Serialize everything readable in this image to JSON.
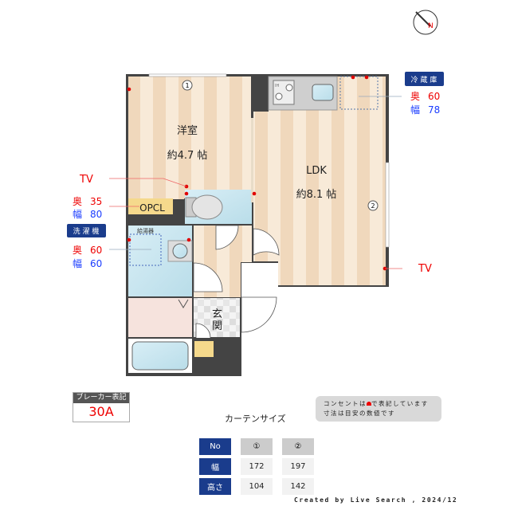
{
  "rooms": {
    "western": {
      "name": "洋室",
      "size": "約4.7 帖"
    },
    "ldk": {
      "name": "LDK",
      "size": "約8.1 帖"
    },
    "opcl": "OPCL",
    "water_heater": "給湯器",
    "entrance": [
      "玄",
      "関"
    ]
  },
  "windows": {
    "w1": "1",
    "w2": "2"
  },
  "labels": {
    "tv_left": "TV",
    "tv_right": "TV",
    "fridge": {
      "title": "冷 蔵 庫",
      "depth_label": "奥",
      "depth": "60",
      "width_label": "幅",
      "width": "78"
    },
    "opcl_dims": {
      "depth_label": "奥",
      "depth": "35",
      "width_label": "幅",
      "width": "80"
    },
    "washer": {
      "title": "洗 濯 機",
      "depth_label": "奥",
      "depth": "60",
      "width_label": "幅",
      "width": "60"
    },
    "stove": "IH"
  },
  "breaker": {
    "title": "ブレーカー表記",
    "value": "30A"
  },
  "note": {
    "line1_pre": "コンセントは",
    "line1_post": "で表記しています",
    "line2": "寸法は目安の数値です"
  },
  "curtain": {
    "title": "カーテンサイズ",
    "headers": [
      "No",
      "①",
      "②"
    ],
    "rows": [
      {
        "label": "幅",
        "values": [
          "172",
          "197"
        ]
      },
      {
        "label": "高さ",
        "values": [
          "104",
          "142"
        ]
      }
    ]
  },
  "credit": "Created by Live Search , 2024/12",
  "colors": {
    "navy": "#1a3c8c",
    "outlet": "#e00000",
    "stripe_a": "#f0d8bc",
    "stripe_b": "#f8ead8"
  }
}
